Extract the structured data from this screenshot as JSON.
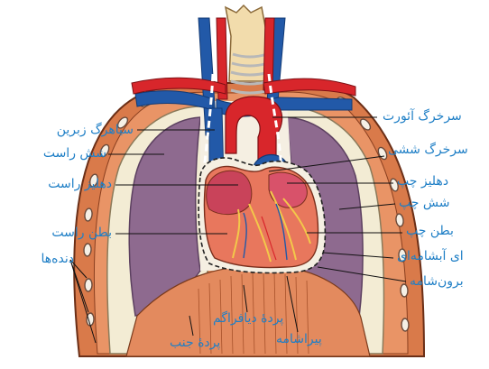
{
  "diagram": {
    "label_color": "#1f7fc6",
    "colors": {
      "aorta": "#d8262b",
      "vena_cava": "#2259a8",
      "lung": "#8e6a8f",
      "pleura_fill": "#f3ecd4",
      "ribs": "#d97a4a",
      "heart": "#e8775d",
      "trachea": "#f2dcac"
    },
    "labels": {
      "svc": "سیاهرگ زبرین",
      "right_lung": "شش راست",
      "right_atrium": "دهلیز راست",
      "right_ventricle": "بطن راست",
      "ribs": "دنده‌ها",
      "aorta": "سرخرگ آئورت",
      "pulmonary_artery": "سرخرگ ششی",
      "left_atrium": "دهلیز چپ",
      "left_lung": "شش چپ",
      "left_ventricle": "بطن چپ",
      "serous_layer": "ای آبشامه‌ای",
      "outer_pericardium": "برون‌شامه",
      "diaphragm": "پردهٔ دیافراگم",
      "pericardium": "پیراشامه",
      "pleura": "پردهٔ جنب"
    }
  }
}
